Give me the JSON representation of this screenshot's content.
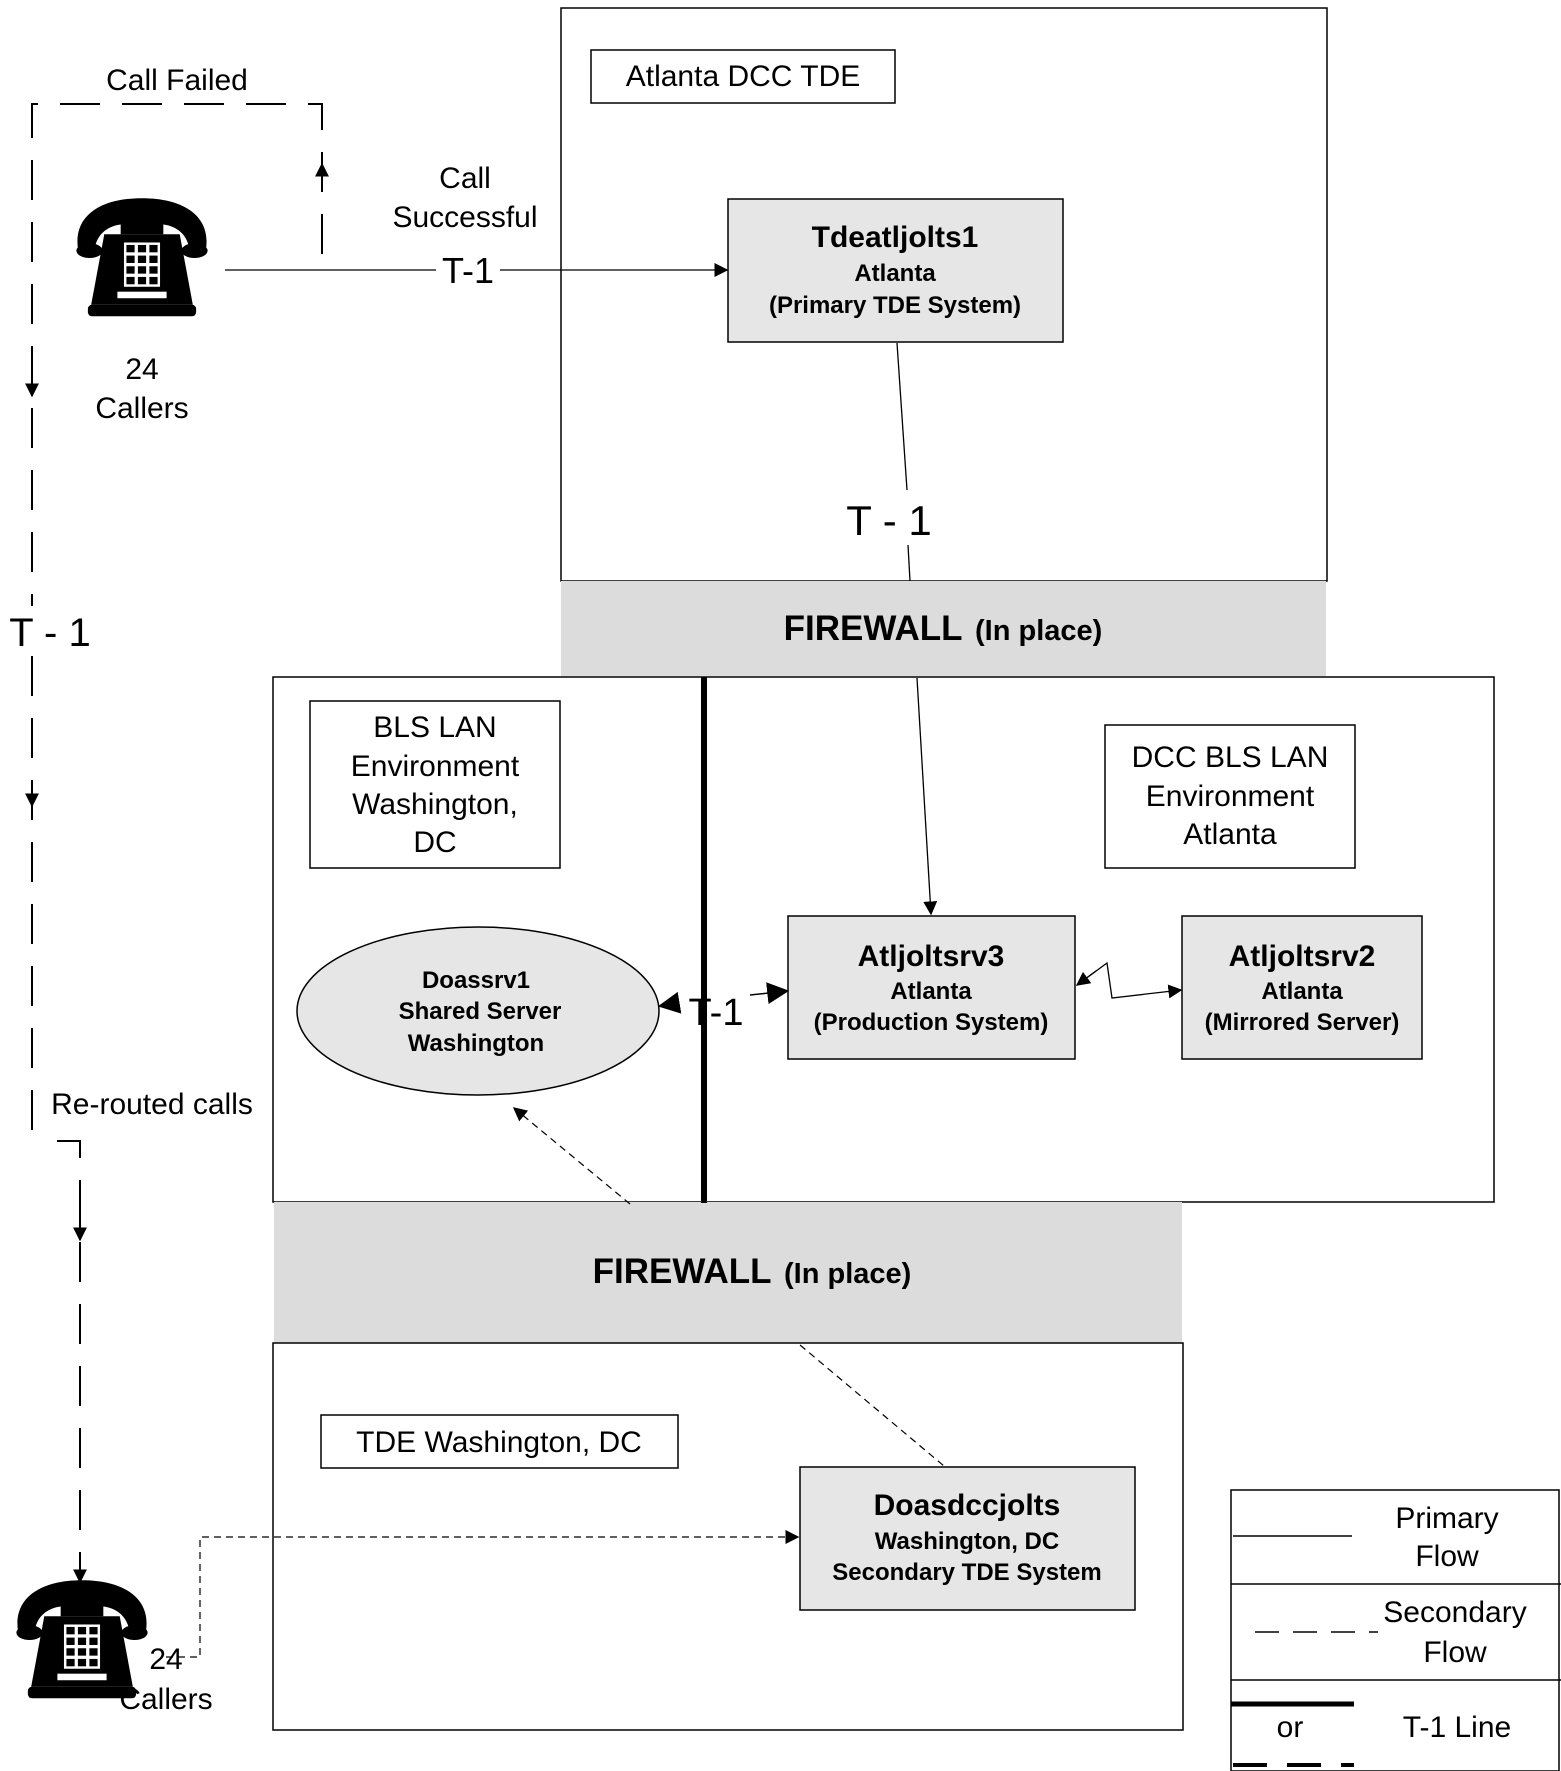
{
  "zones": {
    "atlanta_tde": {
      "label": "Atlanta DCC TDE",
      "node": {
        "name": "Tdeatljolts1",
        "location": "Atlanta",
        "role": "(Primary TDE System)"
      }
    },
    "firewall_top": {
      "label": "FIREWALL",
      "note": "(In place)"
    },
    "bls_washington": {
      "label_lines": [
        "BLS LAN",
        "Environment",
        "Washington,",
        "DC"
      ]
    },
    "dcc_atlanta": {
      "label_lines": [
        "DCC BLS LAN",
        "Environment",
        "Atlanta"
      ]
    },
    "firewall_bottom": {
      "label": "FIREWALL",
      "note": "(In place)"
    },
    "tde_washington": {
      "label": "TDE Washington, DC",
      "node": {
        "name": "Doasdccjolts",
        "location": "Washington, DC",
        "role": "Secondary TDE System"
      }
    }
  },
  "nodes": {
    "doassrv1": {
      "line1": "Doassrv1",
      "line2": "Shared Server",
      "line3": "Washington"
    },
    "atljoltsrv3": {
      "name": "Atljoltsrv3",
      "location": "Atlanta",
      "role": "(Production System)"
    },
    "atljoltsrv2": {
      "name": "Atljoltsrv2",
      "location": "Atlanta",
      "role": "(Mirrored Server)"
    }
  },
  "callers": {
    "top": {
      "count": "24",
      "label": "Callers"
    },
    "bottom": {
      "count": "24",
      "label": "Callers"
    }
  },
  "flow_labels": {
    "call_failed": "Call Failed",
    "call_successful_line1": "Call",
    "call_successful_line2": "Successful",
    "t1_caller_link": "T-1",
    "t1_atlanta_vertical": "T - 1",
    "t1_left_vertical": "T - 1",
    "t1_center_link": "T-1",
    "rerouted_calls": "Re-routed calls"
  },
  "legend": {
    "primary_line1": "Primary",
    "primary_line2": "Flow",
    "secondary_line1": "Secondary",
    "secondary_line2": "Flow",
    "or": "or",
    "t1": "T-1 Line"
  },
  "colors": {
    "box_fill": "#e6e6e6",
    "firewall_fill": "#dcdcdc",
    "line": "#000000",
    "background": "#ffffff"
  }
}
